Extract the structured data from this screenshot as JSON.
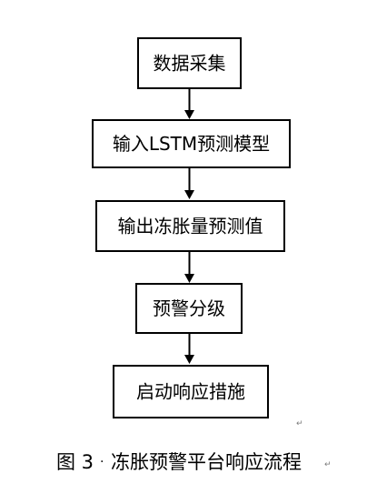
{
  "diagram": {
    "steps": [
      {
        "id": "collect",
        "label": "数据采集"
      },
      {
        "id": "input",
        "label": "输入LSTM预测模型"
      },
      {
        "id": "output",
        "label": "输出冻胀量预测值"
      },
      {
        "id": "grade",
        "label": "预警分级"
      },
      {
        "id": "measures",
        "label": "启动响应措施"
      }
    ],
    "flow_direction": "top-to-bottom"
  },
  "caption": {
    "prefix": "图 3",
    "dot": "·",
    "title": "冻胀预警平台响应流程",
    "paragraph_mark": "↵"
  }
}
